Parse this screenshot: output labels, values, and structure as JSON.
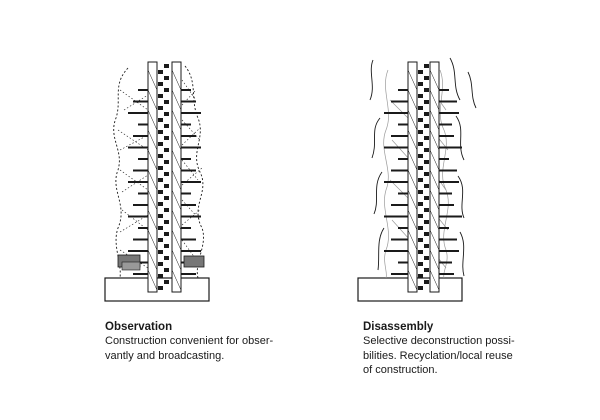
{
  "panels": [
    {
      "title": "Observation",
      "body_lines": [
        "Construction convenient for obser-",
        "vantly and broadcasting."
      ]
    },
    {
      "title": "Disassembly",
      "body_lines": [
        "Selective deconstruction possi-",
        "bilities. Recyclation/local reuse",
        "of construction."
      ]
    }
  ],
  "colors": {
    "ink": "#1a1a1a",
    "faded": "#9a9a9a",
    "block": "#777777"
  }
}
